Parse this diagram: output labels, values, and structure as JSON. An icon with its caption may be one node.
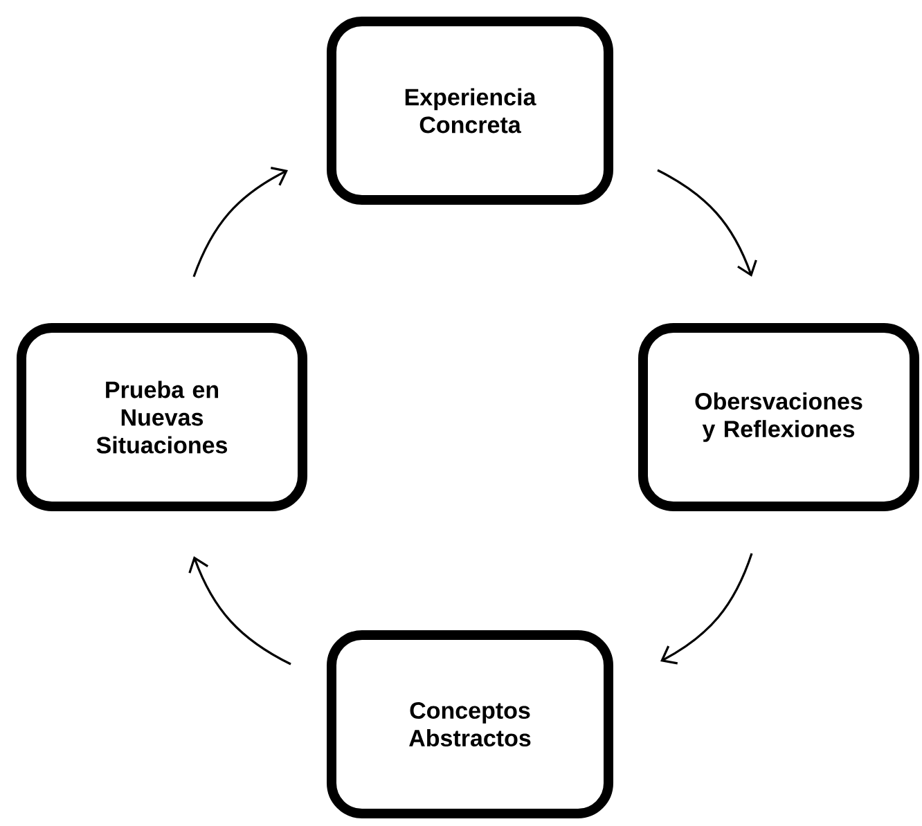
{
  "diagram": {
    "nodes": [
      {
        "text": [
          "Experiencia Concreta"
        ]
      },
      {
        "text": [
          "Obersvaciones y Reflexiones"
        ]
      },
      {
        "text": [
          "Conceptos Abstractos"
        ]
      },
      {
        "text": [
          "Prueba en Nuevas Situaciones"
        ]
      }
    ],
    "edges": [
      {
        "from": 0,
        "to": 1,
        "arrow": "to"
      },
      {
        "from": 1,
        "to": 2,
        "arrow": "to"
      },
      {
        "from": 2,
        "to": 3,
        "arrow": "to"
      },
      {
        "from": 3,
        "to": 0,
        "arrow": "to"
      }
    ]
  }
}
